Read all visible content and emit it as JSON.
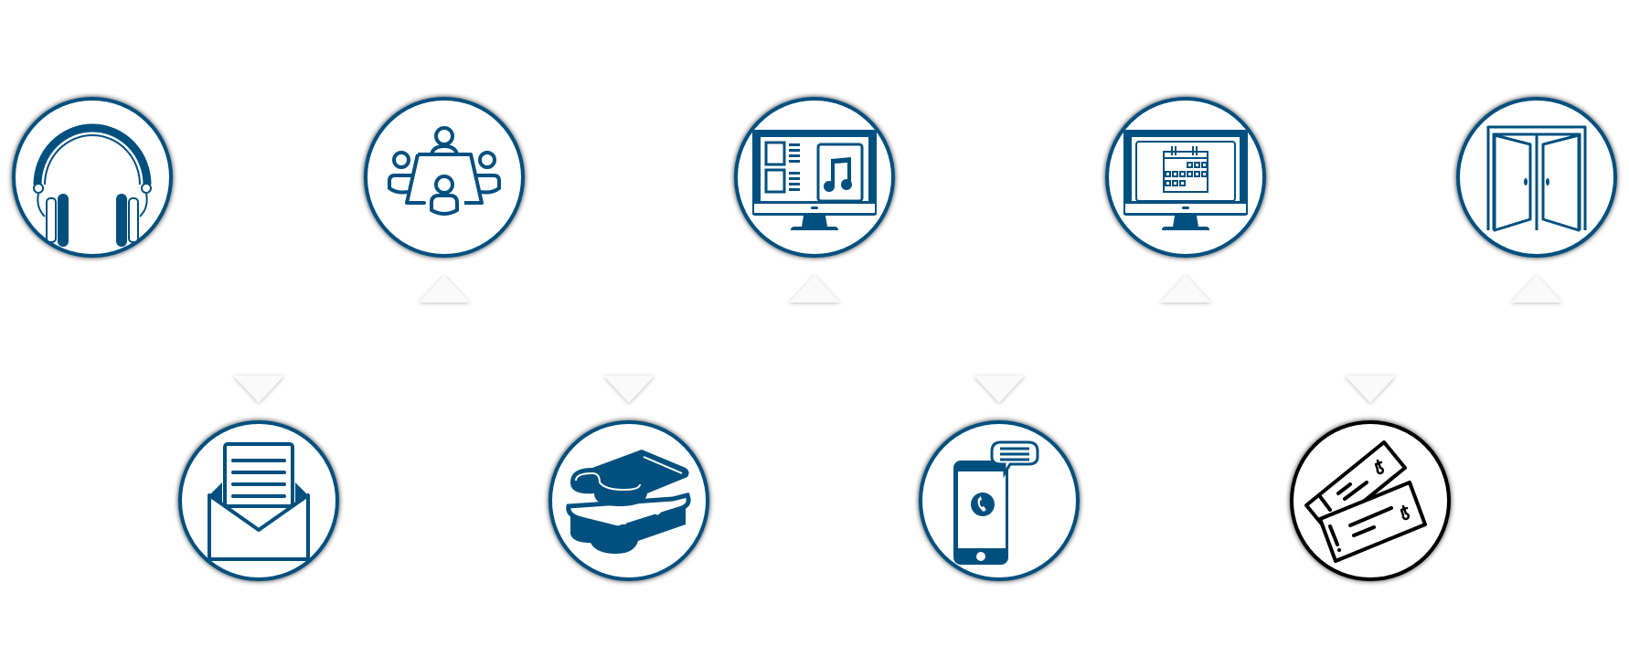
{
  "colors": {
    "primary": "#00507f",
    "tickets": "#000000",
    "arrow": "#fafafa"
  },
  "top_row": [
    {
      "icon": "headphones-icon",
      "connector": "none"
    },
    {
      "icon": "meeting-table-icon",
      "connector": "up-arrow"
    },
    {
      "icon": "monitor-music-icon",
      "connector": "up-arrow"
    },
    {
      "icon": "monitor-calendar-icon",
      "connector": "up-arrow"
    },
    {
      "icon": "open-door-icon",
      "connector": "up-arrow"
    }
  ],
  "bottom_row": [
    {
      "icon": "envelope-letter-icon",
      "connector": "down-arrow"
    },
    {
      "icon": "sandwich-icon",
      "connector": "down-arrow"
    },
    {
      "icon": "phone-chat-icon",
      "connector": "down-arrow"
    },
    {
      "icon": "tickets-icon",
      "connector": "down-arrow"
    }
  ]
}
